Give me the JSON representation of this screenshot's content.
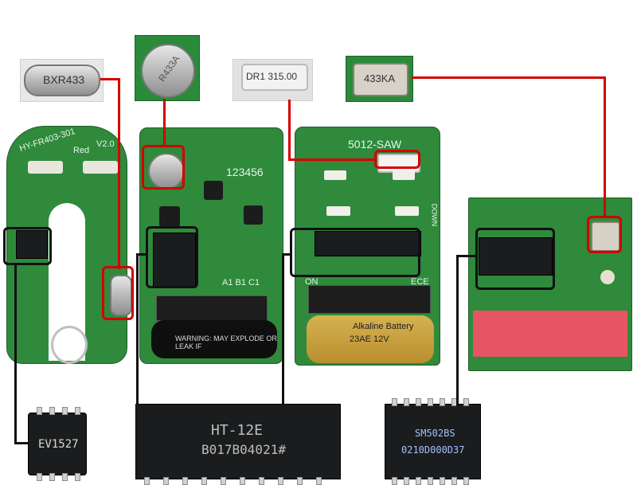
{
  "labels": {
    "crystal_bxr433": "BXR433",
    "resonator_r433a": "R433A",
    "saw_dr1": "DR1 315.00",
    "saw_433ka": "433KA",
    "chip_ev1527": "EV1527",
    "chip_ht12e_model": "HT-12E",
    "chip_ht12e_code": "B017B04021#",
    "chip_sm502_model": "SM502BS",
    "chip_sm502_code": "0210D000D37",
    "board1_code": "HY-FR403-301",
    "board1_version": "V2.0",
    "board1_red": "Red",
    "board3_name": "5012-SAW",
    "board3_dip_on": "ON",
    "board3_dip_end": "ECE",
    "board3_right_label": "DOWN",
    "board2_dip_numbers": "123456",
    "board2_terms": "A1 B1 C1",
    "battery_warning": "WARNING: MAY EXPLODE OR LEAK IF",
    "battery_brand": "Alkaline Battery",
    "battery_model": "23AE 12V"
  },
  "colors": {
    "pcb_green": "#2f8a3c",
    "annotation_red": "#d40000",
    "annotation_black": "#111111",
    "chip_black": "#1b1c1d",
    "battery_gold": "#c9a23b",
    "dip_black": "#1d1d1d"
  }
}
